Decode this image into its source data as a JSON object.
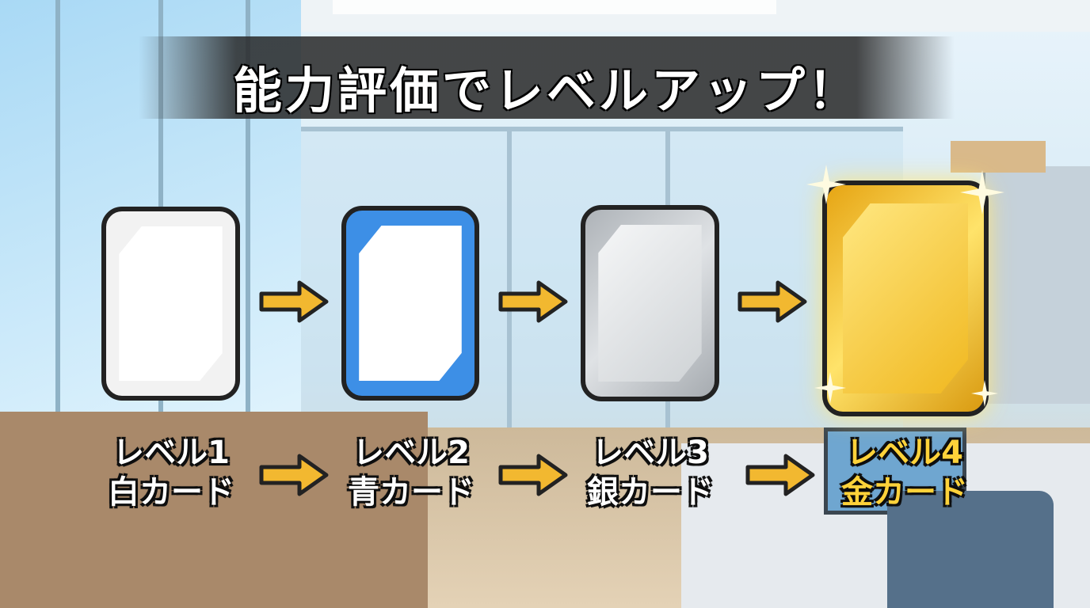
{
  "title": "能力評価でレベルアップ！",
  "levels": [
    {
      "level": "レベル1",
      "card": "白カード",
      "color": "#f4f4f4"
    },
    {
      "level": "レベル2",
      "card": "青カード",
      "color": "#3d8fe6"
    },
    {
      "level": "レベル3",
      "card": "銀カード",
      "color": "#c9ccd0"
    },
    {
      "level": "レベル4",
      "card": "金カード",
      "color": "#f3c22a"
    }
  ],
  "colors": {
    "arrow": "#f2b830",
    "outline": "#222222",
    "gold_label": "#ffd23a"
  },
  "icons": [
    "right-arrow-icon",
    "sparkle-icon"
  ]
}
